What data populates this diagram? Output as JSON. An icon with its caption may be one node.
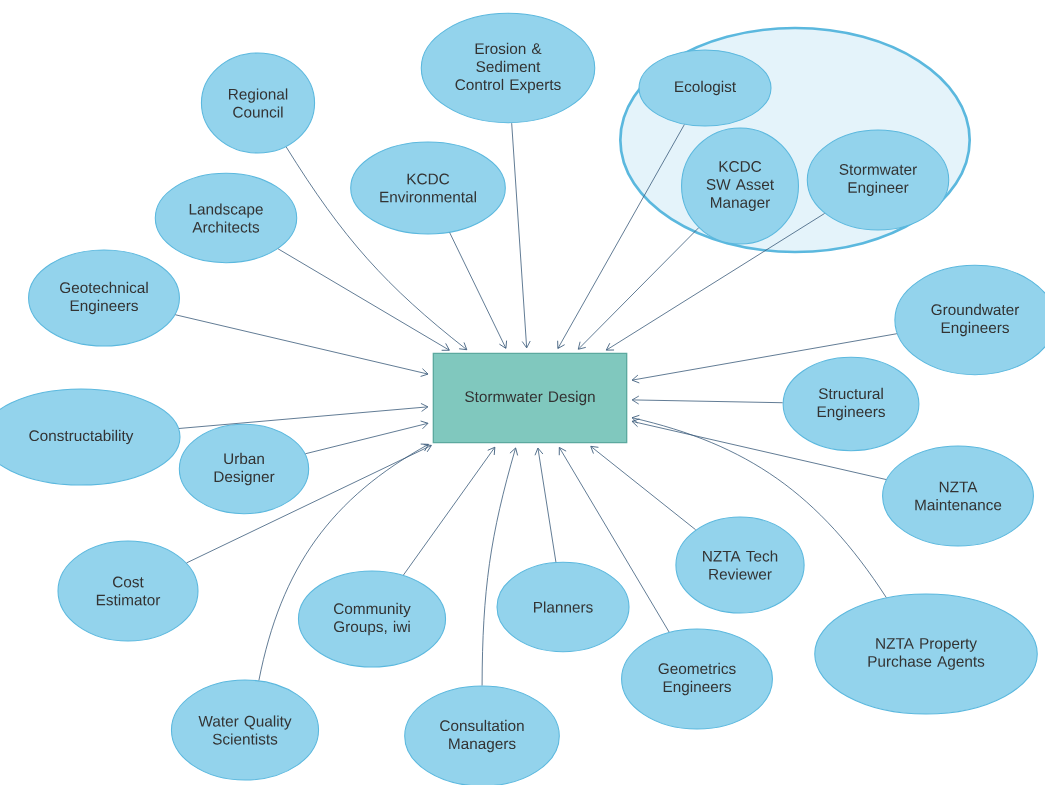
{
  "diagram": {
    "nodes": [
      {
        "text": [],
        "shape": "ellipse"
      },
      {
        "text": [
          "Ecologist"
        ],
        "in": 0
      },
      {
        "text": [
          "KCDC SW Asset Manager"
        ],
        "in": 0
      },
      {
        "text": [
          "Stormwater Engineer"
        ],
        "in": 0
      },
      {
        "text": [
          "Erosion & Sediment Control Experts"
        ]
      },
      {
        "text": [
          "Regional Council"
        ]
      },
      {
        "text": [
          "KCDC Environmental"
        ]
      },
      {
        "text": [
          "Landscape Architects"
        ]
      },
      {
        "text": [
          "Geotechnical Engineers"
        ]
      },
      {
        "text": [
          "Stormwater Design"
        ]
      },
      {
        "text": [
          "Groundwater Engineers"
        ]
      },
      {
        "text": [
          "Structural Engineers"
        ]
      },
      {
        "text": [
          "Constructability"
        ]
      },
      {
        "text": [
          "Urban Designer"
        ]
      },
      {
        "text": [
          "NZTA Maintenance"
        ]
      },
      {
        "text": [
          "NZTA Tech Reviewer"
        ]
      },
      {
        "text": [
          "Cost Estimator"
        ]
      },
      {
        "text": [
          "Community Groups, iwi"
        ]
      },
      {
        "text": [
          "Planners"
        ]
      },
      {
        "text": [
          "NZTA Property Purchase Agents"
        ]
      },
      {
        "text": [
          "Geometrics Engineers"
        ]
      },
      {
        "text": [
          "Water Quality Scientists"
        ]
      },
      {
        "text": [
          "Consultation Managers"
        ]
      }
    ],
    "edges": [
      {
        "from": 1,
        "to": 9,
        "arrow": "to"
      },
      {
        "from": 2,
        "to": 9,
        "arrow": "to"
      },
      {
        "from": 3,
        "to": 9,
        "arrow": "to"
      },
      {
        "from": 4,
        "to": 9,
        "arrow": "to"
      },
      {
        "from": 5,
        "to": 9,
        "arrow": "to"
      },
      {
        "from": 6,
        "to": 9,
        "arrow": "to"
      },
      {
        "from": 7,
        "to": 9,
        "arrow": "to"
      },
      {
        "from": 8,
        "to": 9,
        "arrow": "to"
      },
      {
        "from": 10,
        "to": 9,
        "arrow": "to"
      },
      {
        "from": 11,
        "to": 9,
        "arrow": "to"
      },
      {
        "from": 12,
        "to": 9,
        "arrow": "to"
      },
      {
        "from": 13,
        "to": 9,
        "arrow": "to"
      },
      {
        "from": 14,
        "to": 9,
        "arrow": "to"
      },
      {
        "from": 15,
        "to": 9,
        "arrow": "to"
      },
      {
        "from": 16,
        "to": 9,
        "arrow": "to"
      },
      {
        "from": 17,
        "to": 9,
        "arrow": "to"
      },
      {
        "from": 18,
        "to": 9,
        "arrow": "to"
      },
      {
        "from": 19,
        "to": 9,
        "arrow": "to"
      },
      {
        "from": 20,
        "to": 9,
        "arrow": "to"
      },
      {
        "from": 21,
        "to": 9,
        "arrow": "to"
      },
      {
        "from": 22,
        "to": 9,
        "arrow": "to"
      }
    ]
  }
}
